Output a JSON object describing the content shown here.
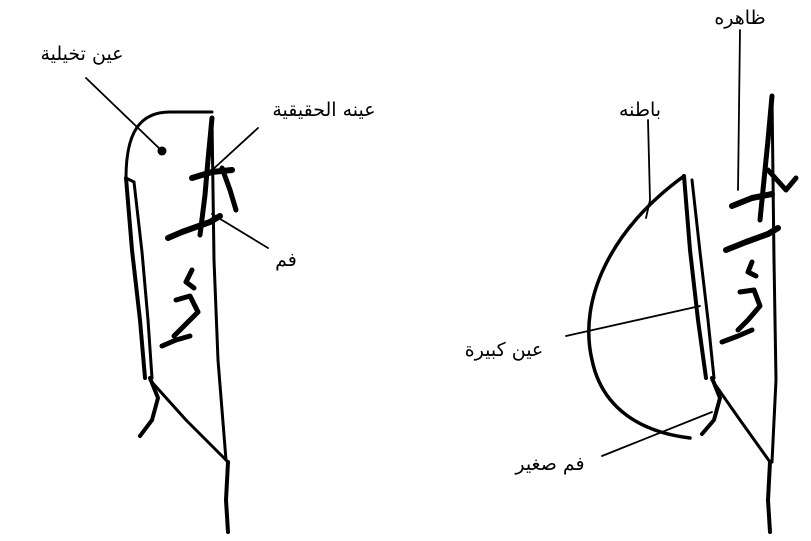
{
  "left_figure": {
    "imaginary_eye_label": "عين تخيلية",
    "real_eye_label": "عينه الحقيقية",
    "mouth_label": "فم"
  },
  "right_figure": {
    "outer_label": "ظاهره",
    "inner_label": "باطنه",
    "big_eye_label": "عين كبيرة",
    "small_mouth_label": "فم صغير"
  },
  "colors": {
    "ink": "#000000",
    "background": "#ffffff"
  }
}
